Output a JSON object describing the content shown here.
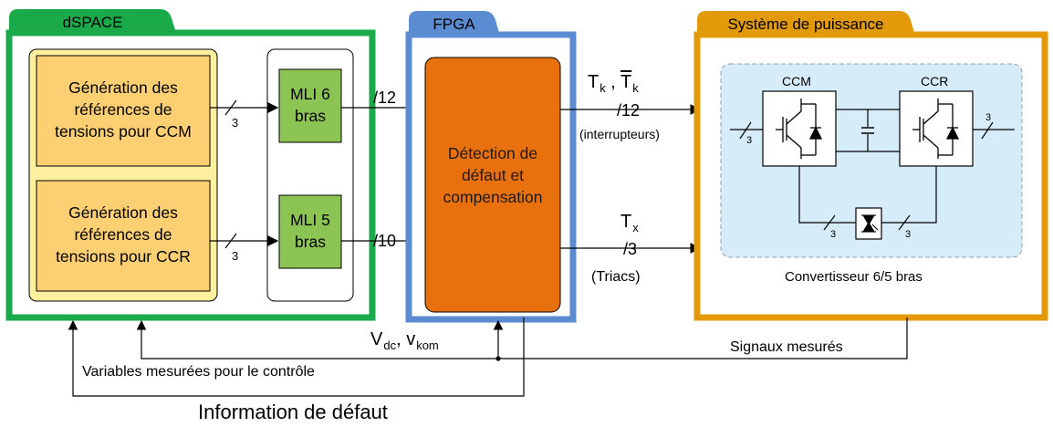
{
  "colors": {
    "dspace_border": "#1aaa4a",
    "fpga_border": "#5b8bd0",
    "power_border": "#e29a0b",
    "inner_yellow": "#fff0a0",
    "gen_block": "#fccf72",
    "mli_block": "#8cc453",
    "fpga_block": "#e8710e",
    "converter_bg": "#d6ecf8"
  },
  "dspace": {
    "tab_label": "dSPACE",
    "gen_ccm": [
      "Génération des",
      "références de",
      "tensions pour CCM"
    ],
    "gen_ccr": [
      "Génération des",
      "références de",
      "tensions pour CCR"
    ],
    "mli6": [
      "MLI 6",
      "bras"
    ],
    "mli5": [
      "MLI 5",
      "bras"
    ],
    "bus_count_top": "3",
    "bus_count_bottom": "3"
  },
  "fpga": {
    "tab_label": "FPGA",
    "block_text": [
      "Détection de",
      "défaut et",
      "compensation"
    ],
    "in_top": "/12",
    "in_bottom": "/10"
  },
  "power": {
    "tab_label": "Système de puissance",
    "ccm": "CCM",
    "ccr": "CCR",
    "bus_3": "3",
    "converter_label": "Convertisseur 6/5 bras"
  },
  "signals": {
    "tk": "T",
    "tk_sub": "k",
    "tk_sep": ",",
    "tkbar": "T",
    "tkbar_sub": "k",
    "tk_count": "/12",
    "tk_note": "(interrupteurs)",
    "tx": "T",
    "tx_sub": "x",
    "tx_count": "/3",
    "tx_note": "(Triacs)",
    "vdc": "V",
    "vdc_sub": "dc",
    "vdc_sep": ",",
    "vkom": "v",
    "vkom_sub": "kom",
    "measured_signals": "Signaux mesurés",
    "control_vars": "Variables mesurées pour le contrôle",
    "fault_info": "Information de défaut"
  }
}
